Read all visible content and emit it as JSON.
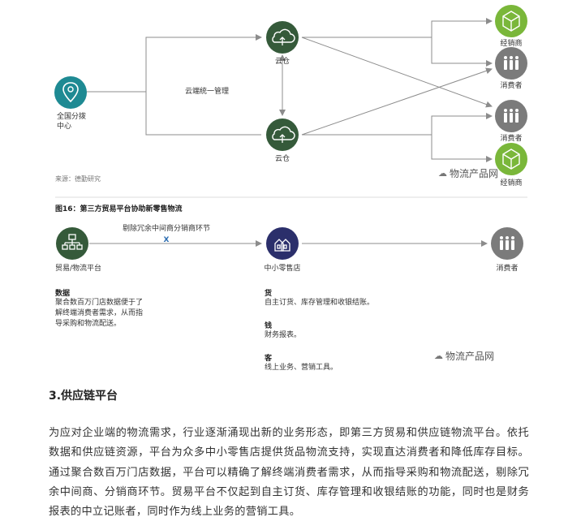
{
  "top_diagram": {
    "source_hub_label": [
      "全国分拨",
      "中心"
    ],
    "cloud_warehouse_label": "云仓",
    "management_label": "云端统一管理",
    "dealer_label": "经销商",
    "consumer_label": "消费者",
    "source_note": "来源：德勤研究",
    "watermark": "物流产品网"
  },
  "figure16": {
    "title": "图16：第三方贸易平台协助新零售物流",
    "platform_label": "贸易/物流平台",
    "arrow_caption": "剔除冗余中间商分销商环节",
    "arrow_mark": "X",
    "store_label": "中小零售店",
    "consumer_label": "消费者",
    "data_block": {
      "title": "数据",
      "lines": [
        "聚合数百万门店数据便于了",
        "解终端消费者需求，从而指",
        "导采购和物流配送。"
      ]
    },
    "goods_block": {
      "title": "货",
      "text": "自主订货、库存管理和收银结账。"
    },
    "money_block": {
      "title": "钱",
      "text": "财务报表。"
    },
    "customer_block": {
      "title": "客",
      "text": "线上业务、营销工具。"
    },
    "watermark": "物流产品网"
  },
  "section": {
    "title": "3.供应链平台",
    "paragraph": "为应对企业端的物流需求，行业逐渐涌现出新的业务形态，即第三方贸易和供应链物流平台。依托数据和供应链资源，平台为众多中小零售店提供货品物流支持，实现直达消费者和降低库存目标。通过聚合数百万门店数据，平台可以精确了解终端消费者需求，从而指导采购和物流配送，剔除冗余中间商、分销商环节。贸易平台不仅起到自主订货、库存管理和收银结账的功能，同时也是财务报表的中立记账者，同时作为线上业务的营销工具。"
  },
  "colors": {
    "teal": "#1e8a93",
    "dark_green": "#355a3a",
    "gray": "#7b7b7b",
    "lime": "#7ab73a",
    "navy": "#2b2f6b",
    "line": "#8c8c8c"
  }
}
